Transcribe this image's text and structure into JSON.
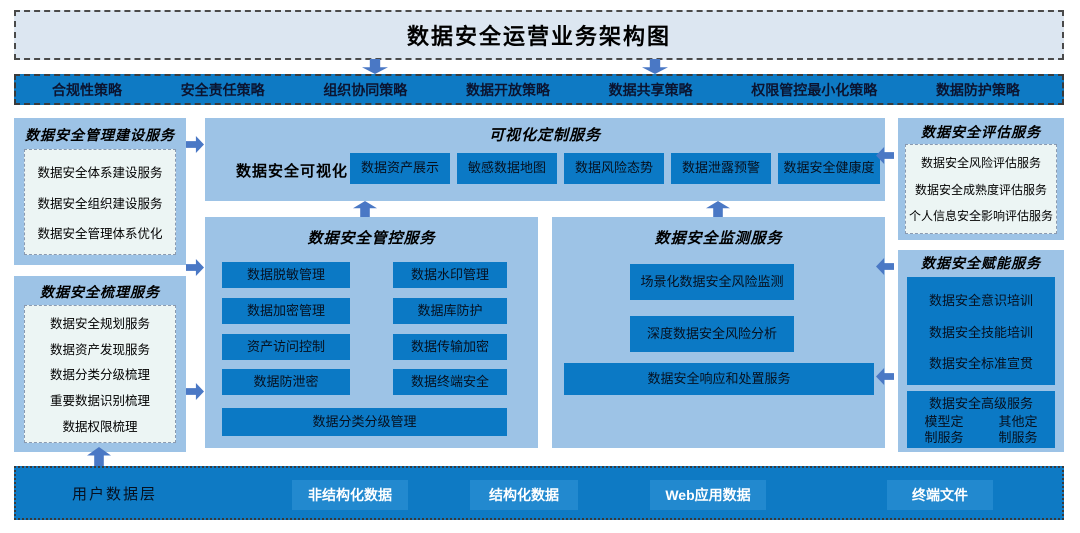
{
  "title": "数据安全运营业务架构图",
  "policies": {
    "items": [
      "合规性策略",
      "安全责任策略",
      "组织协同策略",
      "数据开放策略",
      "数据共享策略",
      "权限管控最小化策略",
      "数据防护策略"
    ]
  },
  "left": {
    "management": {
      "title": "数据安全管理建设服务",
      "items": [
        "数据安全体系建设服务",
        "数据安全组织建设服务",
        "数据安全管理体系优化"
      ]
    },
    "sorting": {
      "title": "数据安全梳理服务",
      "items": [
        "数据安全规划服务",
        "数据资产发现服务",
        "数据分类分级梳理",
        "重要数据识别梳理",
        "数据权限梳理"
      ]
    }
  },
  "center": {
    "visualization": {
      "title": "可视化定制服务",
      "label": "数据安全可视化",
      "buttons": [
        "数据资产展示",
        "敏感数据地图",
        "数据风险态势",
        "数据泄露预警",
        "数据安全健康度"
      ]
    },
    "control": {
      "title": "数据安全管控服务",
      "left_buttons": [
        "数据脱敏管理",
        "数据加密管理",
        "资产访问控制",
        "数据防泄密"
      ],
      "right_buttons": [
        "数据水印管理",
        "数据库防护",
        "数据传输加密",
        "数据终端安全"
      ],
      "wide_button": "数据分类分级管理"
    },
    "monitoring": {
      "title": "数据安全监测服务",
      "buttons": [
        "场景化数据安全风险监测",
        "深度数据安全风险分析"
      ],
      "wide_button": "数据安全响应和处置服务"
    }
  },
  "right": {
    "assessment": {
      "title": "数据安全评估服务",
      "items": [
        "数据安全风险评估服务",
        "数据安全成熟度评估服务",
        "个人信息安全影响评估服务"
      ]
    },
    "enablement": {
      "title": "数据安全赋能服务",
      "items": [
        "数据安全意识培训",
        "数据安全技能培训",
        "数据安全标准宣贯"
      ],
      "advanced_title": "数据安全高级服务",
      "advanced_items": [
        "模型定制服务",
        "其他定制服务"
      ]
    }
  },
  "bottom": {
    "label": "用户数据层",
    "items": [
      "非结构化数据",
      "结构化数据",
      "Web应用数据",
      "终端文件"
    ]
  },
  "colors": {
    "bar_blue": "#0e7ac4",
    "chip_blue": "#0b79c5",
    "container_blue": "#9dc3e6",
    "panel_light": "#ecf5f4",
    "title_fill": "#dce6f1",
    "arrow_blue": "#4a78c5",
    "bottom_button_blue": "#2289cf"
  }
}
